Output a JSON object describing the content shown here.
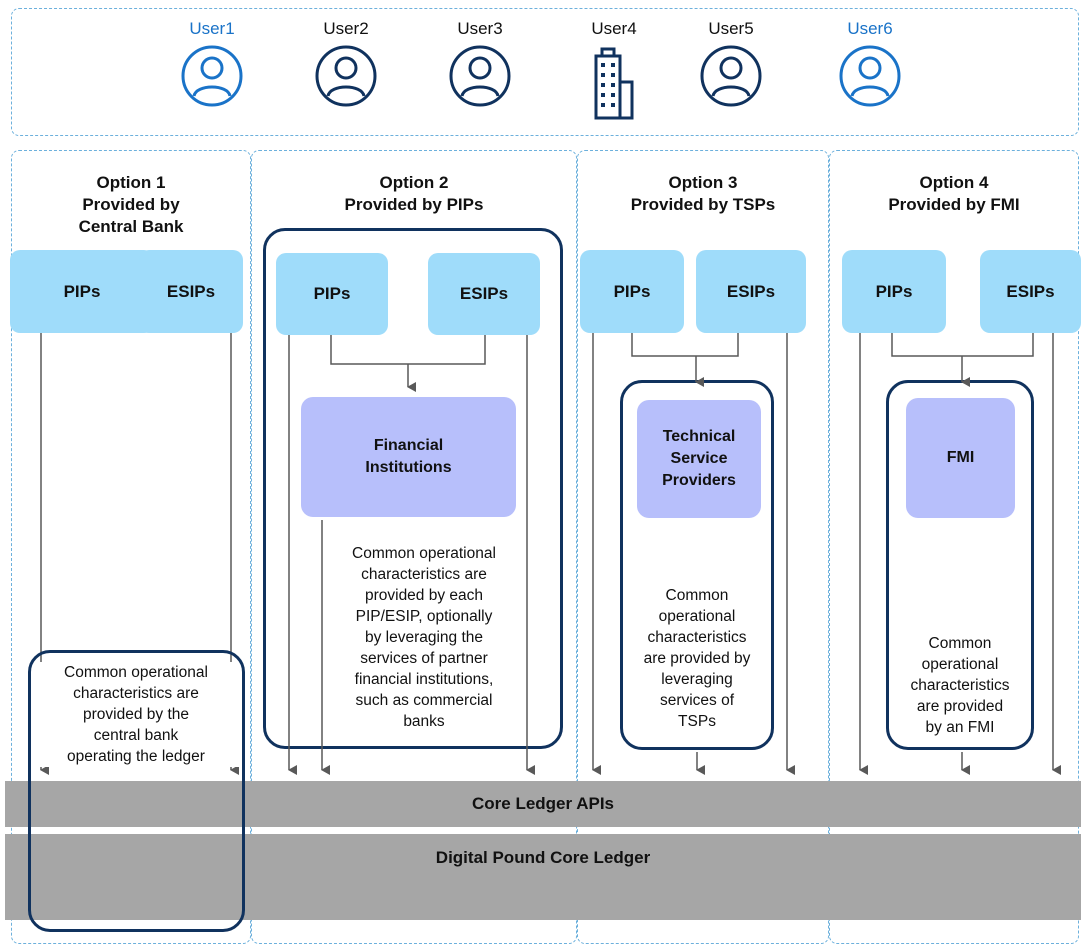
{
  "users": [
    {
      "label": "User1",
      "icon": "person-icon",
      "color": "#1a73c8"
    },
    {
      "label": "User2",
      "icon": "person-icon",
      "color": "#10325e"
    },
    {
      "label": "User3",
      "icon": "person-icon",
      "color": "#10325e"
    },
    {
      "label": "User4",
      "icon": "building-icon",
      "color": "#10325e"
    },
    {
      "label": "User5",
      "icon": "person-icon",
      "color": "#10325e"
    },
    {
      "label": "User6",
      "icon": "person-icon",
      "color": "#1a73c8"
    }
  ],
  "options": [
    {
      "title": "Option 1",
      "subtitle": "Provided by",
      "subtitle2": "Central Bank",
      "pips": "PIPs",
      "esips": "ESIPs",
      "description": [
        "Common operational",
        "characteristics are",
        "provided by the",
        "central bank",
        "operating the ledger"
      ]
    },
    {
      "title": "Option 2",
      "subtitle": "Provided by PIPs",
      "pips": "PIPs",
      "esips": "ESIPs",
      "provider": [
        "Financial",
        "Institutions"
      ],
      "description": [
        "Common operational",
        "characteristics are",
        "provided by each",
        "PIP/ESIP, optionally",
        "by leveraging the",
        "services of partner",
        "financial institutions,",
        "such as commercial",
        "banks"
      ]
    },
    {
      "title": "Option 3",
      "subtitle": "Provided by TSPs",
      "pips": "PIPs",
      "esips": "ESIPs",
      "provider": [
        "Technical",
        "Service",
        "Providers"
      ],
      "description": [
        "Common",
        "operational",
        "characteristics",
        "are provided by",
        "leveraging",
        "services of",
        "TSPs"
      ]
    },
    {
      "title": "Option 4",
      "subtitle": "Provided by FMI",
      "pips": "PIPs",
      "esips": "ESIPs",
      "provider": [
        "FMI"
      ],
      "description": [
        "Common",
        "operational",
        "characteristics",
        "are provided",
        "by an FMI"
      ]
    }
  ],
  "core_apis": "Core Ledger APIs",
  "core_ledger": "Digital Pound Core Ledger",
  "colors": {
    "dash": "#6cb0dc",
    "light_box": "#9fdcfa",
    "provider_box": "#b7bffb",
    "navy": "#10325e",
    "band": "#a6a6a6",
    "arrow": "#595959"
  }
}
